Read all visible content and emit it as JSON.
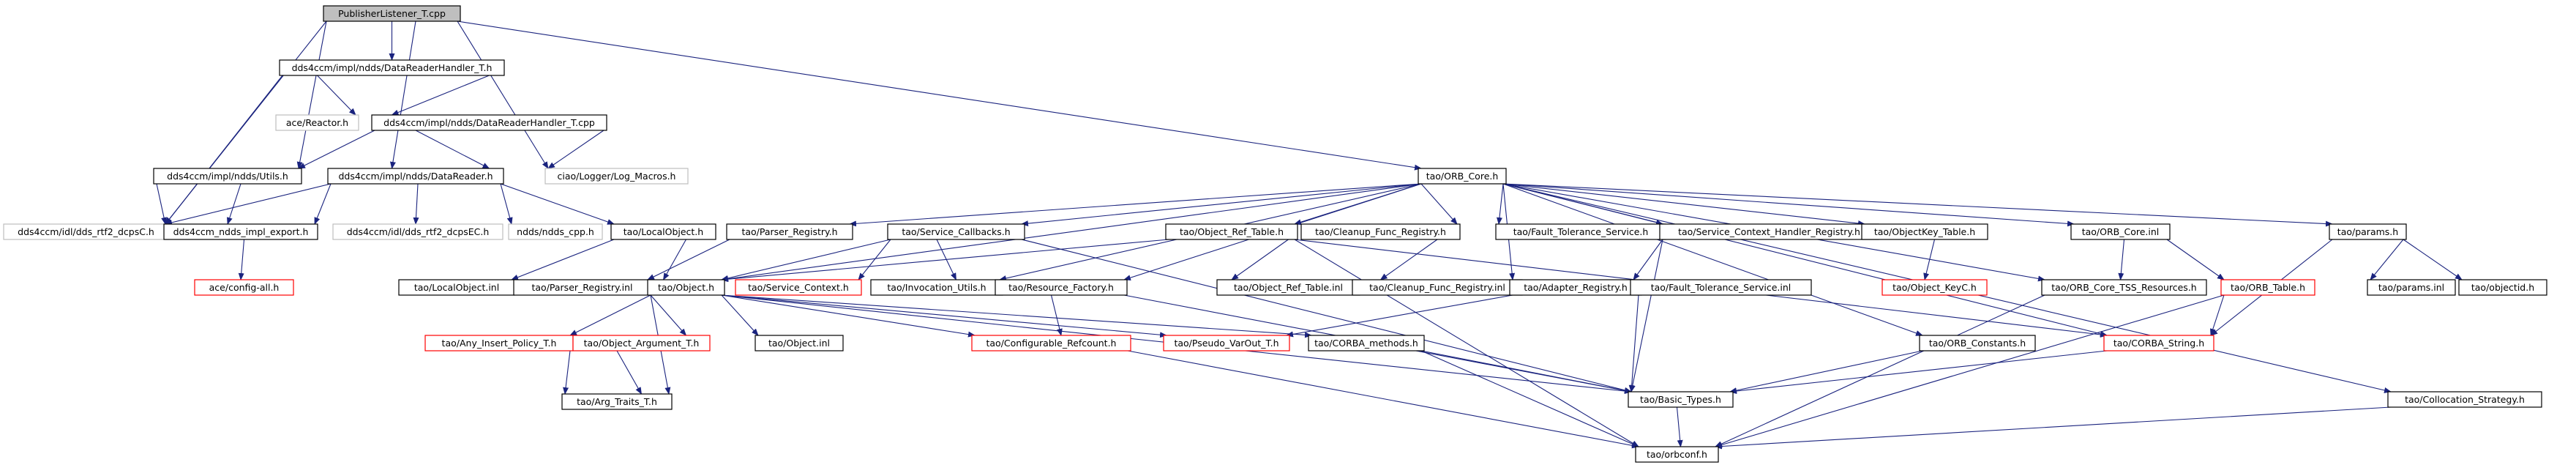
{
  "colors": {
    "edge": "#1a237e",
    "border_normal": "#000000",
    "border_missing": "#bfbfbf",
    "border_red": "#ff0000",
    "fill_root": "#bfbfbf",
    "fill_normal": "#ffffff",
    "text": "#000000"
  },
  "nodes": [
    {
      "id": "n0",
      "label": "PublisherListener_T.cpp",
      "style": "root"
    },
    {
      "id": "n1",
      "label": "dds4ccm/impl/ndds/DataReaderHandler_T.h",
      "style": "normal"
    },
    {
      "id": "n2",
      "label": "ace/Reactor.h",
      "style": "missing"
    },
    {
      "id": "n3",
      "label": "dds4ccm/impl/ndds/DataReaderHandler_T.cpp",
      "style": "normal"
    },
    {
      "id": "n4",
      "label": "dds4ccm/impl/ndds/Utils.h",
      "style": "normal"
    },
    {
      "id": "n5",
      "label": "dds4ccm/impl/ndds/DataReader.h",
      "style": "normal"
    },
    {
      "id": "n6",
      "label": "ciao/Logger/Log_Macros.h",
      "style": "missing"
    },
    {
      "id": "n7",
      "label": "dds4ccm/idl/dds_rtf2_dcpsC.h",
      "style": "missing"
    },
    {
      "id": "n8",
      "label": "dds4ccm_ndds_impl_export.h",
      "style": "normal"
    },
    {
      "id": "n9",
      "label": "ace/config-all.h",
      "style": "red"
    },
    {
      "id": "n10",
      "label": "dds4ccm/idl/dds_rtf2_dcpsEC.h",
      "style": "missing"
    },
    {
      "id": "n11",
      "label": "ndds/ndds_cpp.h",
      "style": "missing"
    },
    {
      "id": "n12",
      "label": "tao/LocalObject.h",
      "style": "normal"
    },
    {
      "id": "n13",
      "label": "tao/LocalObject.inl",
      "style": "normal"
    },
    {
      "id": "n14",
      "label": "tao/ORB_Core.h",
      "style": "normal"
    },
    {
      "id": "n15",
      "label": "tao/Parser_Registry.h",
      "style": "normal"
    },
    {
      "id": "n16",
      "label": "tao/Parser_Registry.inl",
      "style": "normal"
    },
    {
      "id": "n17",
      "label": "tao/Object.h",
      "style": "normal"
    },
    {
      "id": "n18",
      "label": "tao/Service_Callbacks.h",
      "style": "normal"
    },
    {
      "id": "n19",
      "label": "tao/Service_Context.h",
      "style": "red"
    },
    {
      "id": "n20",
      "label": "tao/Invocation_Utils.h",
      "style": "normal"
    },
    {
      "id": "n21",
      "label": "tao/Object_Ref_Table.h",
      "style": "normal"
    },
    {
      "id": "n22",
      "label": "tao/Resource_Factory.h",
      "style": "normal"
    },
    {
      "id": "n23",
      "label": "tao/Object_Ref_Table.inl",
      "style": "normal"
    },
    {
      "id": "n24",
      "label": "tao/Cleanup_Func_Registry.h",
      "style": "normal"
    },
    {
      "id": "n25",
      "label": "tao/Cleanup_Func_Registry.inl",
      "style": "normal"
    },
    {
      "id": "n26",
      "label": "tao/Adapter_Registry.h",
      "style": "normal"
    },
    {
      "id": "n27",
      "label": "tao/Fault_Tolerance_Service.h",
      "style": "normal"
    },
    {
      "id": "n28",
      "label": "tao/Fault_Tolerance_Service.inl",
      "style": "normal"
    },
    {
      "id": "n29",
      "label": "tao/Service_Context_Handler_Registry.h",
      "style": "normal"
    },
    {
      "id": "n30",
      "label": "tao/ObjectKey_Table.h",
      "style": "normal"
    },
    {
      "id": "n31",
      "label": "tao/Object_KeyC.h",
      "style": "red"
    },
    {
      "id": "n32",
      "label": "tao/ORB_Core.inl",
      "style": "normal"
    },
    {
      "id": "n33",
      "label": "tao/ORB_Core_TSS_Resources.h",
      "style": "normal"
    },
    {
      "id": "n34",
      "label": "tao/ORB_Table.h",
      "style": "red"
    },
    {
      "id": "n35",
      "label": "tao/params.h",
      "style": "normal"
    },
    {
      "id": "n36",
      "label": "tao/params.inl",
      "style": "normal"
    },
    {
      "id": "n37",
      "label": "tao/objectid.h",
      "style": "normal"
    },
    {
      "id": "n38",
      "label": "tao/Any_Insert_Policy_T.h",
      "style": "red"
    },
    {
      "id": "n39",
      "label": "tao/Object_Argument_T.h",
      "style": "red"
    },
    {
      "id": "n40",
      "label": "tao/Object.inl",
      "style": "normal"
    },
    {
      "id": "n41",
      "label": "tao/Configurable_Refcount.h",
      "style": "red"
    },
    {
      "id": "n42",
      "label": "tao/Pseudo_VarOut_T.h",
      "style": "red"
    },
    {
      "id": "n43",
      "label": "tao/CORBA_methods.h",
      "style": "normal"
    },
    {
      "id": "n44",
      "label": "tao/ORB_Constants.h",
      "style": "normal"
    },
    {
      "id": "n45",
      "label": "tao/CORBA_String.h",
      "style": "red"
    },
    {
      "id": "n46",
      "label": "tao/Arg_Traits_T.h",
      "style": "normal"
    },
    {
      "id": "n47",
      "label": "tao/Basic_Types.h",
      "style": "normal"
    },
    {
      "id": "n48",
      "label": "tao/Collocation_Strategy.h",
      "style": "normal"
    },
    {
      "id": "n49",
      "label": "tao/orbconf.h",
      "style": "normal"
    }
  ],
  "edges": [
    [
      "n0",
      "n1"
    ],
    [
      "n0",
      "n14"
    ],
    [
      "n0",
      "n6"
    ],
    [
      "n0",
      "n4"
    ],
    [
      "n0",
      "n5"
    ],
    [
      "n0",
      "n7"
    ],
    [
      "n1",
      "n2"
    ],
    [
      "n1",
      "n3"
    ],
    [
      "n1",
      "n7"
    ],
    [
      "n3",
      "n4"
    ],
    [
      "n3",
      "n5"
    ],
    [
      "n3",
      "n6"
    ],
    [
      "n4",
      "n7"
    ],
    [
      "n4",
      "n8"
    ],
    [
      "n5",
      "n7"
    ],
    [
      "n5",
      "n8"
    ],
    [
      "n5",
      "n10"
    ],
    [
      "n5",
      "n11"
    ],
    [
      "n5",
      "n12"
    ],
    [
      "n8",
      "n9"
    ],
    [
      "n12",
      "n13"
    ],
    [
      "n12",
      "n17"
    ],
    [
      "n14",
      "n15"
    ],
    [
      "n14",
      "n17"
    ],
    [
      "n14",
      "n18"
    ],
    [
      "n14",
      "n20"
    ],
    [
      "n14",
      "n21"
    ],
    [
      "n14",
      "n22"
    ],
    [
      "n14",
      "n24"
    ],
    [
      "n14",
      "n26"
    ],
    [
      "n14",
      "n27"
    ],
    [
      "n14",
      "n29"
    ],
    [
      "n14",
      "n30"
    ],
    [
      "n14",
      "n32"
    ],
    [
      "n14",
      "n33"
    ],
    [
      "n14",
      "n35"
    ],
    [
      "n14",
      "n44"
    ],
    [
      "n14",
      "n48"
    ],
    [
      "n14",
      "n45"
    ],
    [
      "n15",
      "n16"
    ],
    [
      "n17",
      "n38"
    ],
    [
      "n17",
      "n39"
    ],
    [
      "n17",
      "n40"
    ],
    [
      "n17",
      "n41"
    ],
    [
      "n17",
      "n42"
    ],
    [
      "n17",
      "n43"
    ],
    [
      "n17",
      "n46"
    ],
    [
      "n17",
      "n47"
    ],
    [
      "n18",
      "n17"
    ],
    [
      "n18",
      "n19"
    ],
    [
      "n18",
      "n20"
    ],
    [
      "n18",
      "n47"
    ],
    [
      "n21",
      "n17"
    ],
    [
      "n21",
      "n23"
    ],
    [
      "n21",
      "n49"
    ],
    [
      "n21",
      "n45"
    ],
    [
      "n22",
      "n41"
    ],
    [
      "n22",
      "n47"
    ],
    [
      "n24",
      "n25"
    ],
    [
      "n26",
      "n42"
    ],
    [
      "n26",
      "n47"
    ],
    [
      "n27",
      "n28"
    ],
    [
      "n27",
      "n47"
    ],
    [
      "n30",
      "n31"
    ],
    [
      "n32",
      "n33"
    ],
    [
      "n32",
      "n34"
    ],
    [
      "n33",
      "n49"
    ],
    [
      "n34",
      "n45"
    ],
    [
      "n34",
      "n49"
    ],
    [
      "n35",
      "n36"
    ],
    [
      "n35",
      "n37"
    ],
    [
      "n35",
      "n45"
    ],
    [
      "n38",
      "n46"
    ],
    [
      "n39",
      "n46"
    ],
    [
      "n41",
      "n49"
    ],
    [
      "n43",
      "n47"
    ],
    [
      "n43",
      "n49"
    ],
    [
      "n44",
      "n47"
    ],
    [
      "n45",
      "n47"
    ],
    [
      "n47",
      "n49"
    ],
    [
      "n48",
      "n49"
    ]
  ]
}
